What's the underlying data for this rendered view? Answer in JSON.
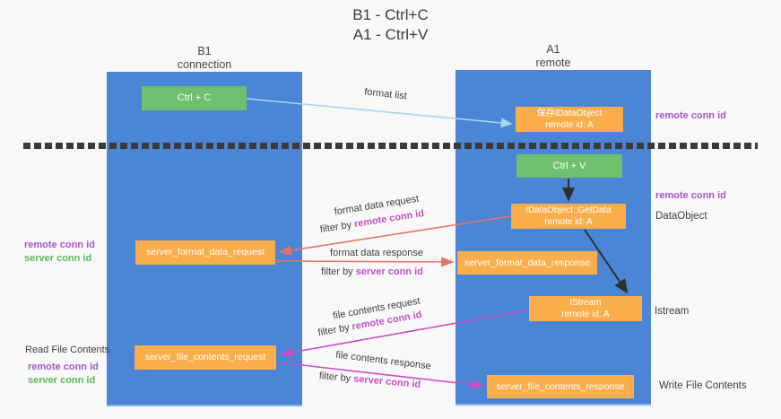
{
  "title": {
    "line1": "B1 - Ctrl+C",
    "line2": "A1 - Ctrl+V"
  },
  "columns": {
    "left": {
      "name": "B1",
      "subtitle": "connection"
    },
    "right": {
      "name": "A1",
      "subtitle": "remote"
    }
  },
  "nodes": {
    "ctrl_c": "Ctrl + C",
    "ctrl_v": "Ctrl + V",
    "save_dataobject": {
      "line1": "保存IDataObject",
      "line2": "remote id: A"
    },
    "getdata": {
      "line1": "IDataObject::GetData",
      "line2": "remote id: A"
    },
    "istream": {
      "line1": "IStream",
      "line2": "remote id: A"
    },
    "format_request": "server_format_data_request",
    "format_response": "server_format_data_response",
    "file_request": "server_file_contents_request",
    "file_response": "server_file_contents_response"
  },
  "labels": {
    "format_list": "format list",
    "format_data_request": "format data request",
    "format_data_response": "format data response",
    "file_contents_request": "file contents request",
    "file_contents_response": "file contents response",
    "filter_by": "filter by",
    "remote_conn_id": "remote conn id",
    "server_conn_id": "server conn id",
    "dataobject": "DataObject",
    "istream": "Istream",
    "read_file_contents": "Read File Contents",
    "write_file_contents": "Write File Contents"
  },
  "colors": {
    "lane_blue": "#4a85d6",
    "node_orange": "#f9ae4b",
    "node_green": "#6ebf6e",
    "text_dark": "#3c3c3c",
    "purple": "#a855c8",
    "magenta": "#c452c4",
    "green_label": "#5cb85c",
    "arrow_blue": "#a9d5f1",
    "arrow_salmon": "#e87468",
    "arrow_magenta": "#c94fc4",
    "arrow_black": "#2f2f2f",
    "background": "#f8f8f8"
  }
}
